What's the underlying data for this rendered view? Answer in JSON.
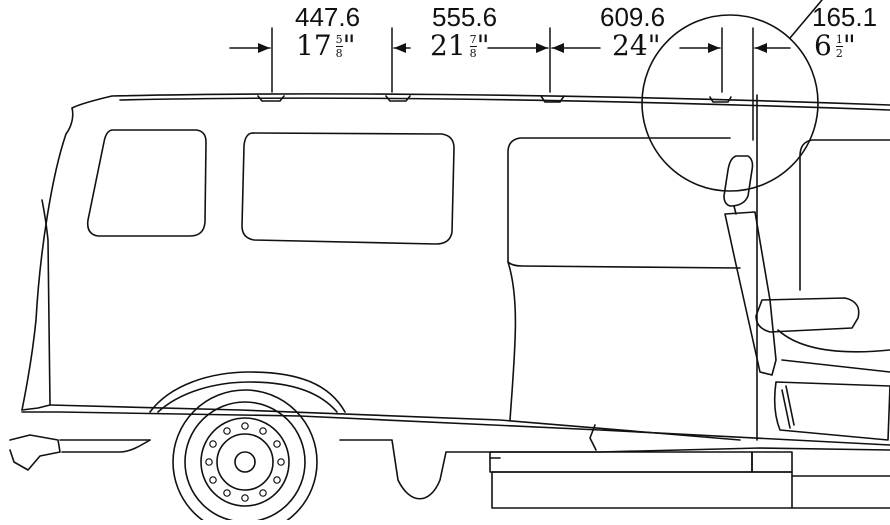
{
  "dimensions": [
    {
      "id": "d1",
      "metric": "447.6",
      "whole": "17",
      "num": "5",
      "den": "8",
      "unit": "\""
    },
    {
      "id": "d2",
      "metric": "555.6",
      "whole": "21",
      "num": "7",
      "den": "8",
      "unit": "\""
    },
    {
      "id": "d3",
      "metric": "609.6",
      "whole": "24",
      "num": "",
      "den": "",
      "unit": "\""
    },
    {
      "id": "d4",
      "metric": "165.1",
      "whole": "6",
      "num": "1",
      "den": "2",
      "unit": "\""
    }
  ],
  "colors": {
    "line": "#111111",
    "background": "#ffffff"
  }
}
